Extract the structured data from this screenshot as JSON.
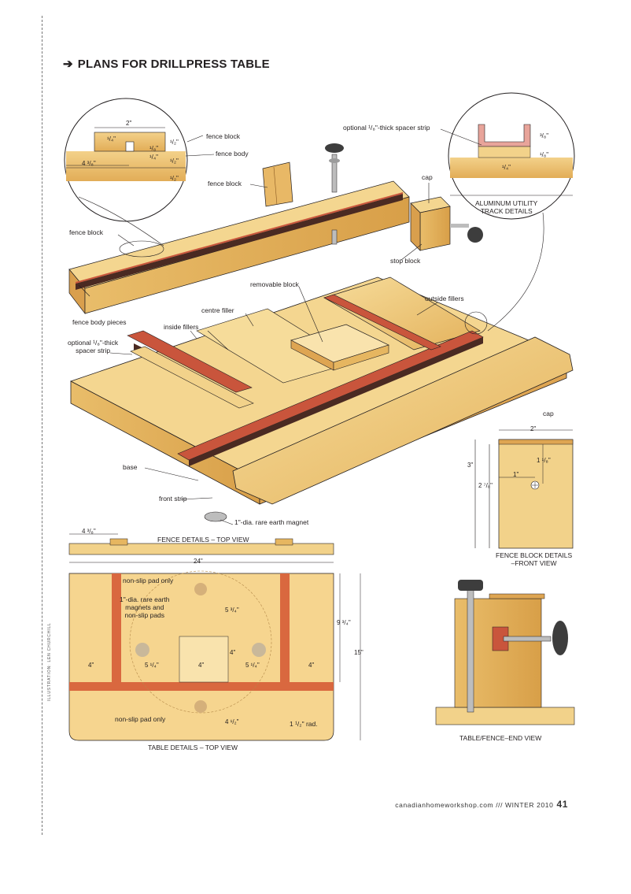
{
  "header": {
    "title": "PLANS FOR DRILLPRESS TABLE"
  },
  "labels": {
    "fence_block_1": "fence block",
    "fence_body": "fence body",
    "fence_block_2": "fence block",
    "fence_block_3": "fence block",
    "optional_spacer_top": "optional ¹/₈\"-thick spacer strip",
    "cap": "cap",
    "aluminum_track_1": "ALUMINUM UTILITY",
    "aluminum_track_2": "TRACK DETAILS",
    "stop_block": "stop block",
    "removable_block": "removable block",
    "outside_fillers": "outside fillers",
    "centre_filler": "centre filler",
    "inside_fillers": "inside fillers",
    "fence_body_pieces": "fence body pieces",
    "optional_spacer_1": "optional ¹/₈\"-thick",
    "optional_spacer_2": "spacer strip",
    "base": "base",
    "front_strip": "front strip",
    "magnet": "1\"-dia. rare earth magnet",
    "fence_cap": "cap",
    "non_slip_1": "non-slip pad only",
    "magnets_pads_1": "1\"-dia. rare earth",
    "magnets_pads_2": "magnets and",
    "magnets_pads_3": "non-slip pads",
    "non_slip_2": "non-slip pad only",
    "radius": "1 ¹/₂\" rad."
  },
  "dims": {
    "d_2": "2\"",
    "d_1_4": "¹/₄\"",
    "d_1_2a": "¹/₂\"",
    "d_1_8a": "¹/₈\"",
    "d_4_3_8": "4 ³/₈\"",
    "d_1_4b": "¹/₄\"",
    "d_1_2b": "¹/₂\"",
    "d_1_2c": "¹/₂\"",
    "t_3_8": "³/₈\"",
    "t_1_8": "¹/₈\"",
    "t_1_4": "¹/₄\"",
    "fb_2": "2\"",
    "fb_3": "3\"",
    "fb_1_1_8": "1 ¹/₈\"",
    "fb_1": "1\"",
    "fb_2_7_8": "2 ⁷/₈\"",
    "fv_4_3_8": "4 ³/₈\"",
    "tv_24": "24\"",
    "tv_5_3_4a": "5 ³/₄\"",
    "tv_9_3_4": "9 ³/₄\"",
    "tv_15": "15\"",
    "tv_4in": "4\"",
    "tv_4a": "4\"",
    "tv_5_1_4a": "5 ¹/₄\"",
    "tv_4b": "4\"",
    "tv_5_1_4b": "5 ¹/₄\"",
    "tv_4c": "4\"",
    "tv_4_1_2": "4 ¹/₂\""
  },
  "captions": {
    "fence_top": "FENCE DETAILS – TOP VIEW",
    "fence_block_details_1": "FENCE BLOCK DETAILS",
    "fence_block_details_2": "–FRONT VIEW",
    "table_top": "TABLE DETAILS – TOP VIEW",
    "end_view": "TABLE/FENCE–END VIEW"
  },
  "footer": {
    "site": "canadianhomeworkshop.com /// WINTER 2010",
    "page": "41"
  },
  "credit": "ILLUSTRATION: LEN CHURCHILL",
  "colors": {
    "wood_light": "#f2d28a",
    "wood_mid": "#e6b660",
    "wood_dark": "#c98f3a",
    "track_red": "#c9553c",
    "track_dark": "#4a2a22",
    "line": "#231f20"
  }
}
